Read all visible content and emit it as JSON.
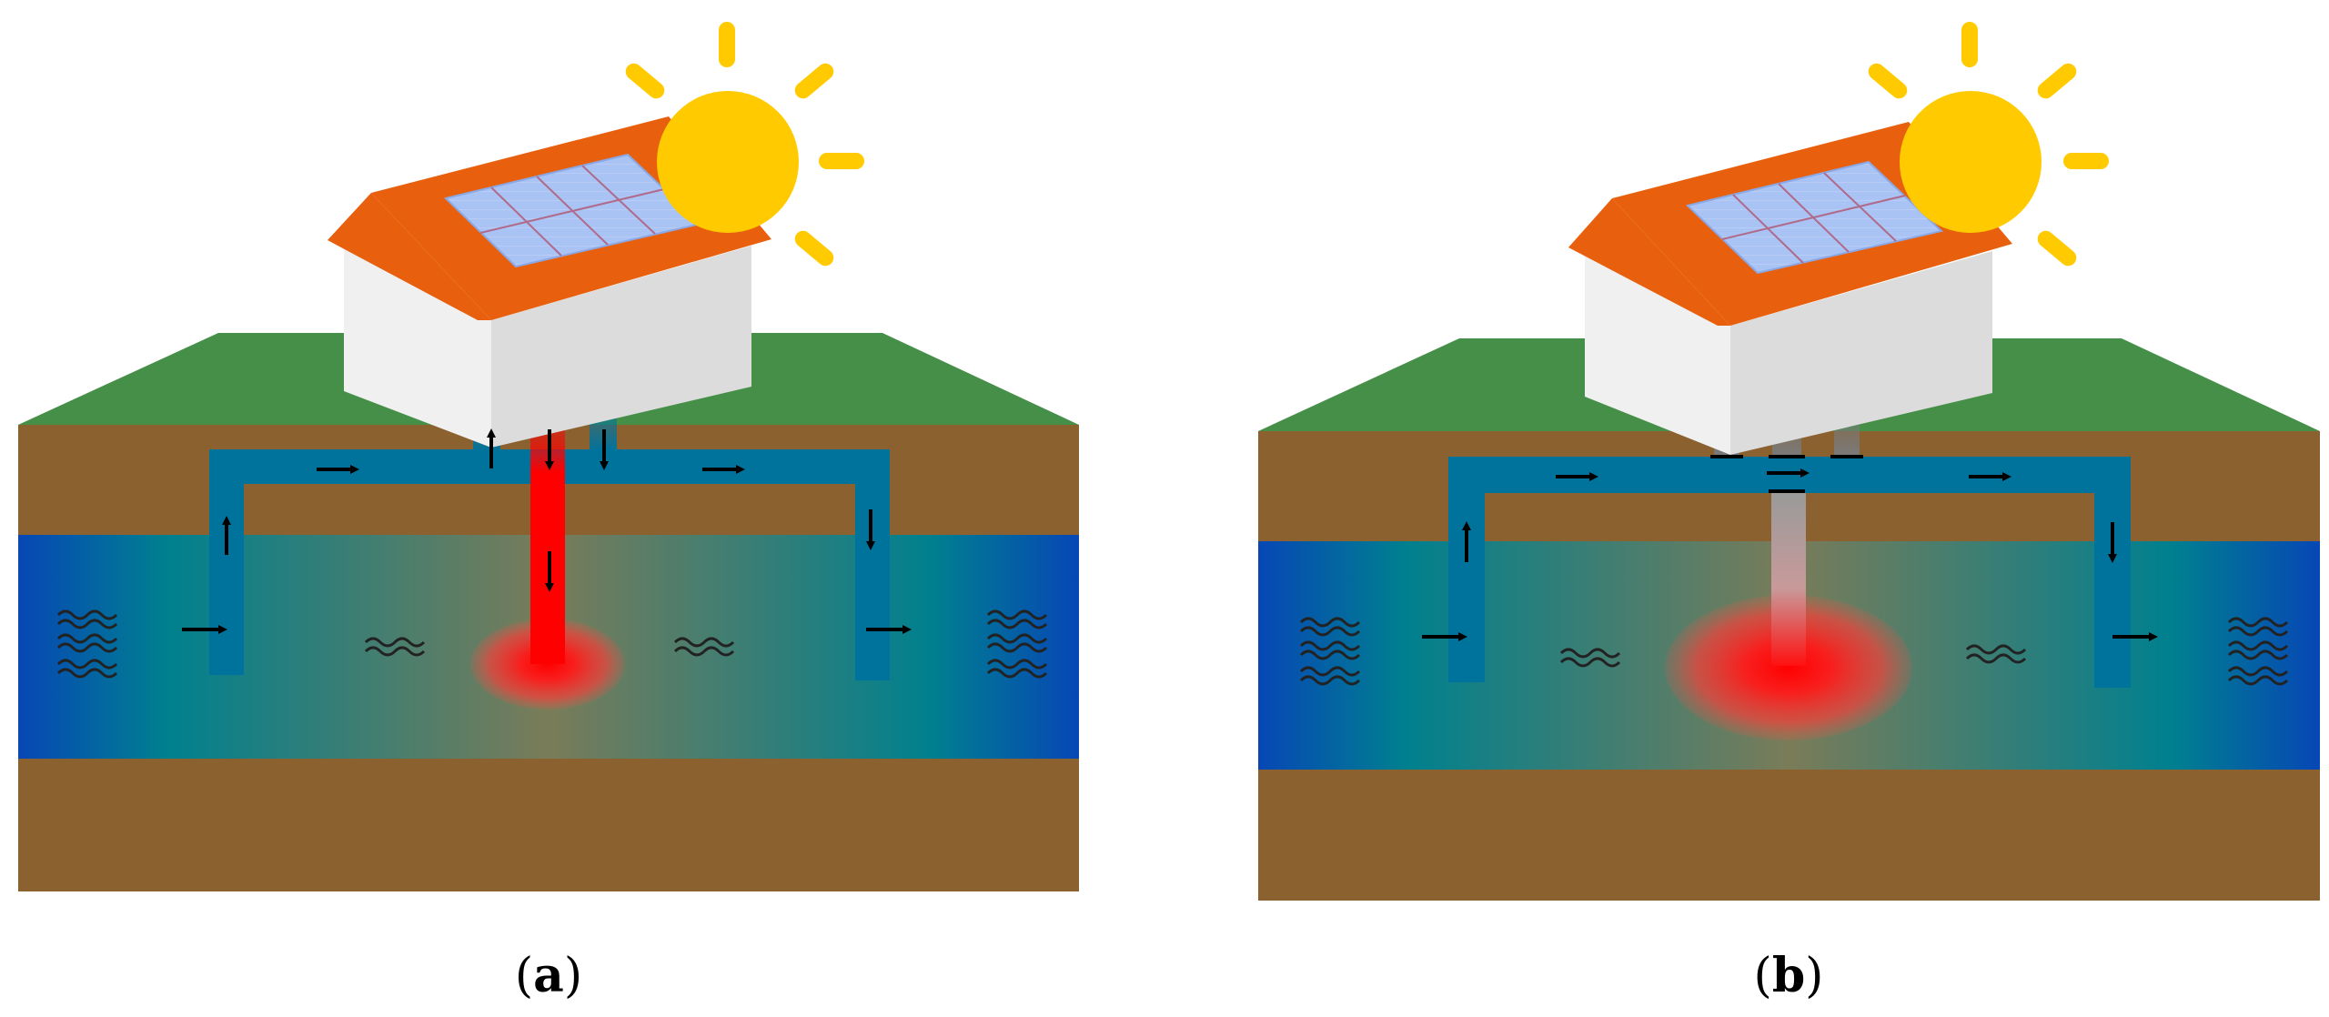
{
  "figure": {
    "panels": [
      {
        "id": "a",
        "caption_open": "(",
        "caption_letter": "a",
        "caption_close": ")"
      },
      {
        "id": "b",
        "caption_open": "(",
        "caption_letter": "b",
        "caption_close": ")"
      }
    ]
  },
  "colors": {
    "ground": "#8b6130",
    "grass": "#458f48",
    "aquifer_edge": "#0747b5",
    "aquifer_teal": "#00808f",
    "aquifer_center": "#7a7c58",
    "pipe": "#00739d",
    "roof": "#e8600e",
    "panel": "#a9c3f5",
    "wall_light": "#f0f0f0",
    "wall_dark": "#dcdcdc",
    "sun": "#ffcb00",
    "heat": "#ff1010",
    "arrow": "#000000"
  },
  "icons": [
    "sun-icon",
    "solar-panel-icon",
    "house-icon",
    "water-wave-icon",
    "flow-arrow-icon"
  ]
}
